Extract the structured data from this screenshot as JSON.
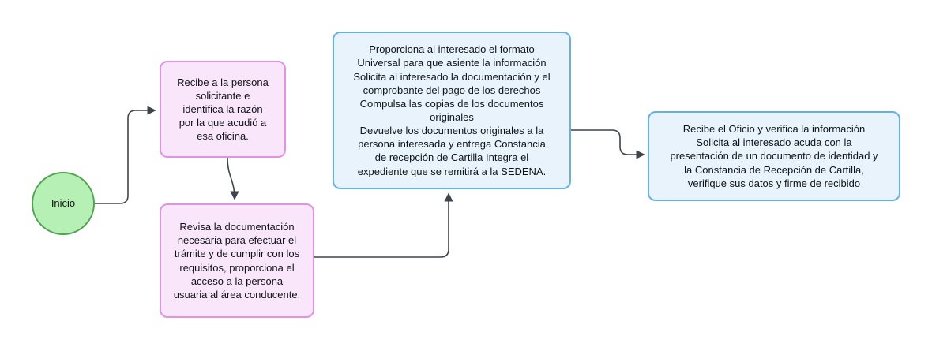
{
  "flowchart": {
    "start": {
      "label": "Inicio"
    },
    "nodes": [
      {
        "id": "recibe-solicitante",
        "type": "process",
        "color": "pink",
        "text": "Recibe a la persona\nsolicitante e\nidentifica la razón\npor la que acudió a\nesa oficina."
      },
      {
        "id": "revisa-documentacion",
        "type": "process",
        "color": "pink",
        "text": "Revisa la documentación\nnecesaria para efectuar el\ntrámite y de cumplir con los\nrequisitos, proporciona el\nacceso a la persona\nusuaria al área conducente."
      },
      {
        "id": "proporciona-formato",
        "type": "process",
        "color": "blue",
        "text": "Proporciona al interesado el formato\nUniversal para que asiente la información\nSolicita al interesado la documentación y el\ncomprobante del pago de los derechos\nCompulsa las copias de los documentos\noriginales\nDevuelve los documentos originales a la\npersona interesada y entrega Constancia\nde recepción de Cartilla  Integra el\nexpediente que se remitirá a la SEDENA."
      },
      {
        "id": "recibe-oficio",
        "type": "process",
        "color": "blue",
        "text": "Recibe el Oficio y verifica la información\nSolicita al interesado acuda con la\npresentación de un documento de identidad y\nla Constancia de Recepción de Cartilla,\nverifique sus datos y firme de recibido"
      }
    ],
    "connections": [
      {
        "from": "start",
        "to": "recibe-solicitante"
      },
      {
        "from": "recibe-solicitante",
        "to": "revisa-documentacion"
      },
      {
        "from": "revisa-documentacion",
        "to": "proporciona-formato"
      },
      {
        "from": "proporciona-formato",
        "to": "recibe-oficio"
      }
    ],
    "colors": {
      "start_fill": "#b6f0b4",
      "start_border": "#4fa551",
      "process_pink_fill": "#fae6fb",
      "process_pink_border": "#e292e2",
      "process_blue_fill": "#e8f3fc",
      "process_blue_border": "#63b1e6",
      "connector": "#3f444b",
      "background": "#ffffff"
    }
  }
}
